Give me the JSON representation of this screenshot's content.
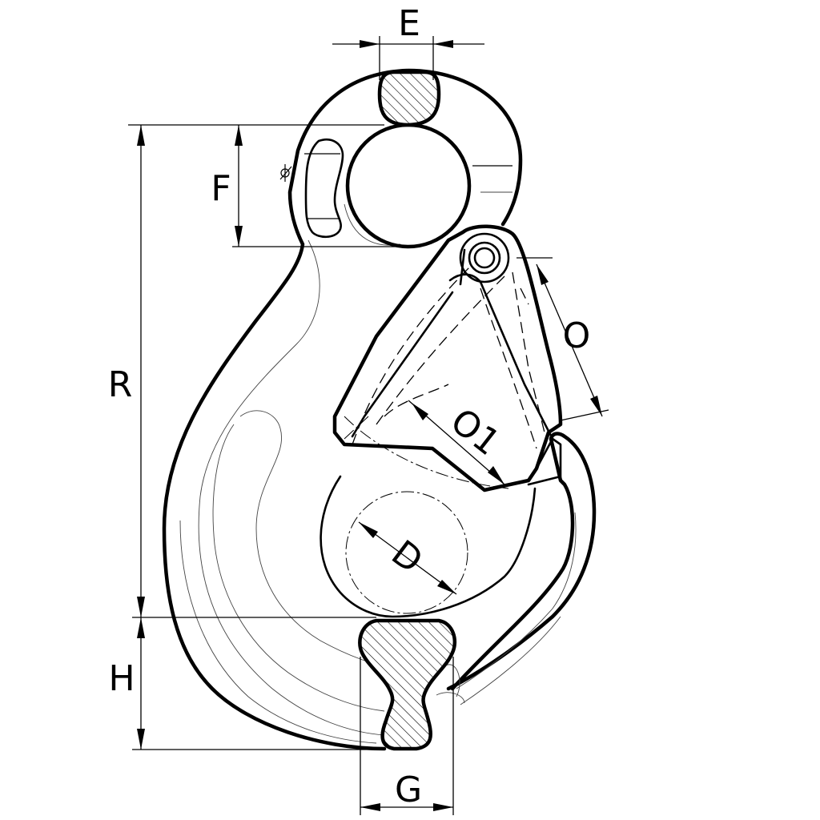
{
  "diagram": {
    "dimension_labels": {
      "E": "E",
      "F": "F",
      "R": "R",
      "O": "O",
      "O1": "O1",
      "D": "D",
      "H": "H",
      "G": "G"
    }
  }
}
